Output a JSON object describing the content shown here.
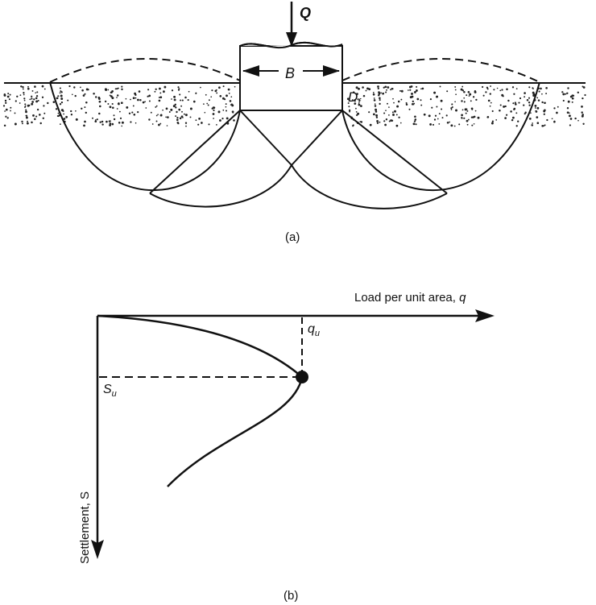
{
  "figure": {
    "panel_a": {
      "caption": "(a)",
      "load_label": "Q",
      "width_label": "B",
      "depth_label_main": "D",
      "depth_label_sub": "f"
    },
    "panel_b": {
      "caption": "(b)",
      "x_axis_label_main": "Load per unit area, ",
      "x_axis_label_var": "q",
      "y_axis_label": "Settlement, S",
      "ultimate_load_main": "q",
      "ultimate_load_sub": "u",
      "ultimate_settlement_main": "S",
      "ultimate_settlement_sub": "u"
    }
  },
  "colors": {
    "line": "#111111",
    "soil_dots": "#222222",
    "background": "#ffffff"
  }
}
